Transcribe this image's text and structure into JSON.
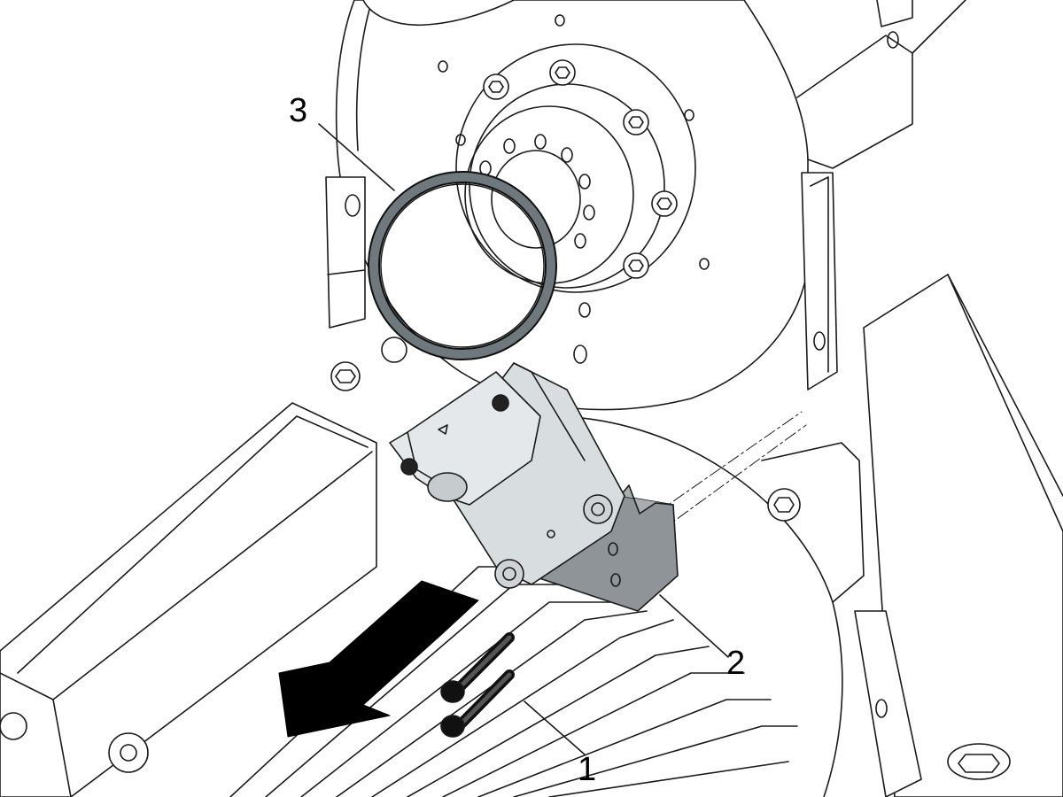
{
  "callouts": {
    "label_1": "1",
    "label_2": "2",
    "label_3": "3"
  },
  "parts": {
    "screws": 2,
    "ring_color": "#6e787d",
    "bracket_light_color": "#d8dde0",
    "bracket_dark_color": "#8f9498",
    "arrow_color": "#000000",
    "line_color": "#1a1a1a"
  }
}
